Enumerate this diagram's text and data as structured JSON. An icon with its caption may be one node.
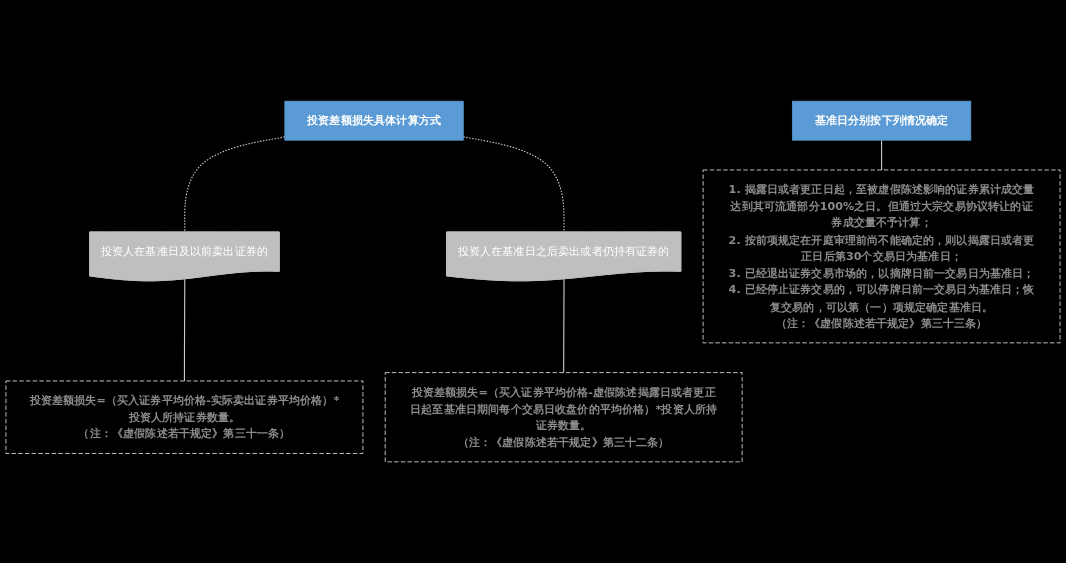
{
  "diagram": {
    "nodes": [
      {
        "text": [
          "投资差额损失具体计算方式"
        ]
      },
      {
        "text": [
          "投资人在基准日及以前卖出证券的"
        ]
      },
      {
        "text": [
          "投资人在基准日之后卖出或者仍持有证券的"
        ]
      },
      {
        "text": [
          "投资差额损失=（买入证券平均价格-实际卖出证券平均价格）*投资人所持证券数量。",
          "（注：《虚假陈述若干规定》第三十一条）"
        ]
      },
      {
        "text": [
          "投资差额损失=（买入证券平均价格-虚假陈述揭露日或者更正日起至基准日期间每个交易日收盘价的平均价格）*投资人所持证券数量。",
          "（注：《虚假陈述若干规定》第三十二条）"
        ]
      },
      {
        "text": [
          "基准日分别按下列情况确定"
        ]
      },
      {
        "text": [
          "1. 揭露日或者更正日起，至被虚假陈述影响的证券累计成交量达到其可流通部分100%之日。但通过大宗交易协议转让的证券成交量不予计算；",
          "2. 按前项规定在开庭审理前尚不能确定的，则以揭露日或者更正日后第30个交易日为基准日；",
          "3. 已经退出证券交易市场的，以摘牌日前一交易日为基准日；",
          "4. 已经停止证券交易的，可以停牌日前一交易日为基准日；恢复交易的，可以第（一）项规定确定基准日。",
          "（注：《虚假陈述若干规定》第三十三条）"
        ]
      }
    ],
    "edges": [
      {
        "from": 0,
        "to": 1,
        "arrow": "none",
        "style": "dashed"
      },
      {
        "from": 0,
        "to": 2,
        "arrow": "none",
        "style": "dashed"
      },
      {
        "from": 1,
        "to": 3,
        "arrow": "none"
      },
      {
        "from": 2,
        "to": 4,
        "arrow": "none"
      },
      {
        "from": 5,
        "to": 6,
        "arrow": "none"
      }
    ]
  }
}
